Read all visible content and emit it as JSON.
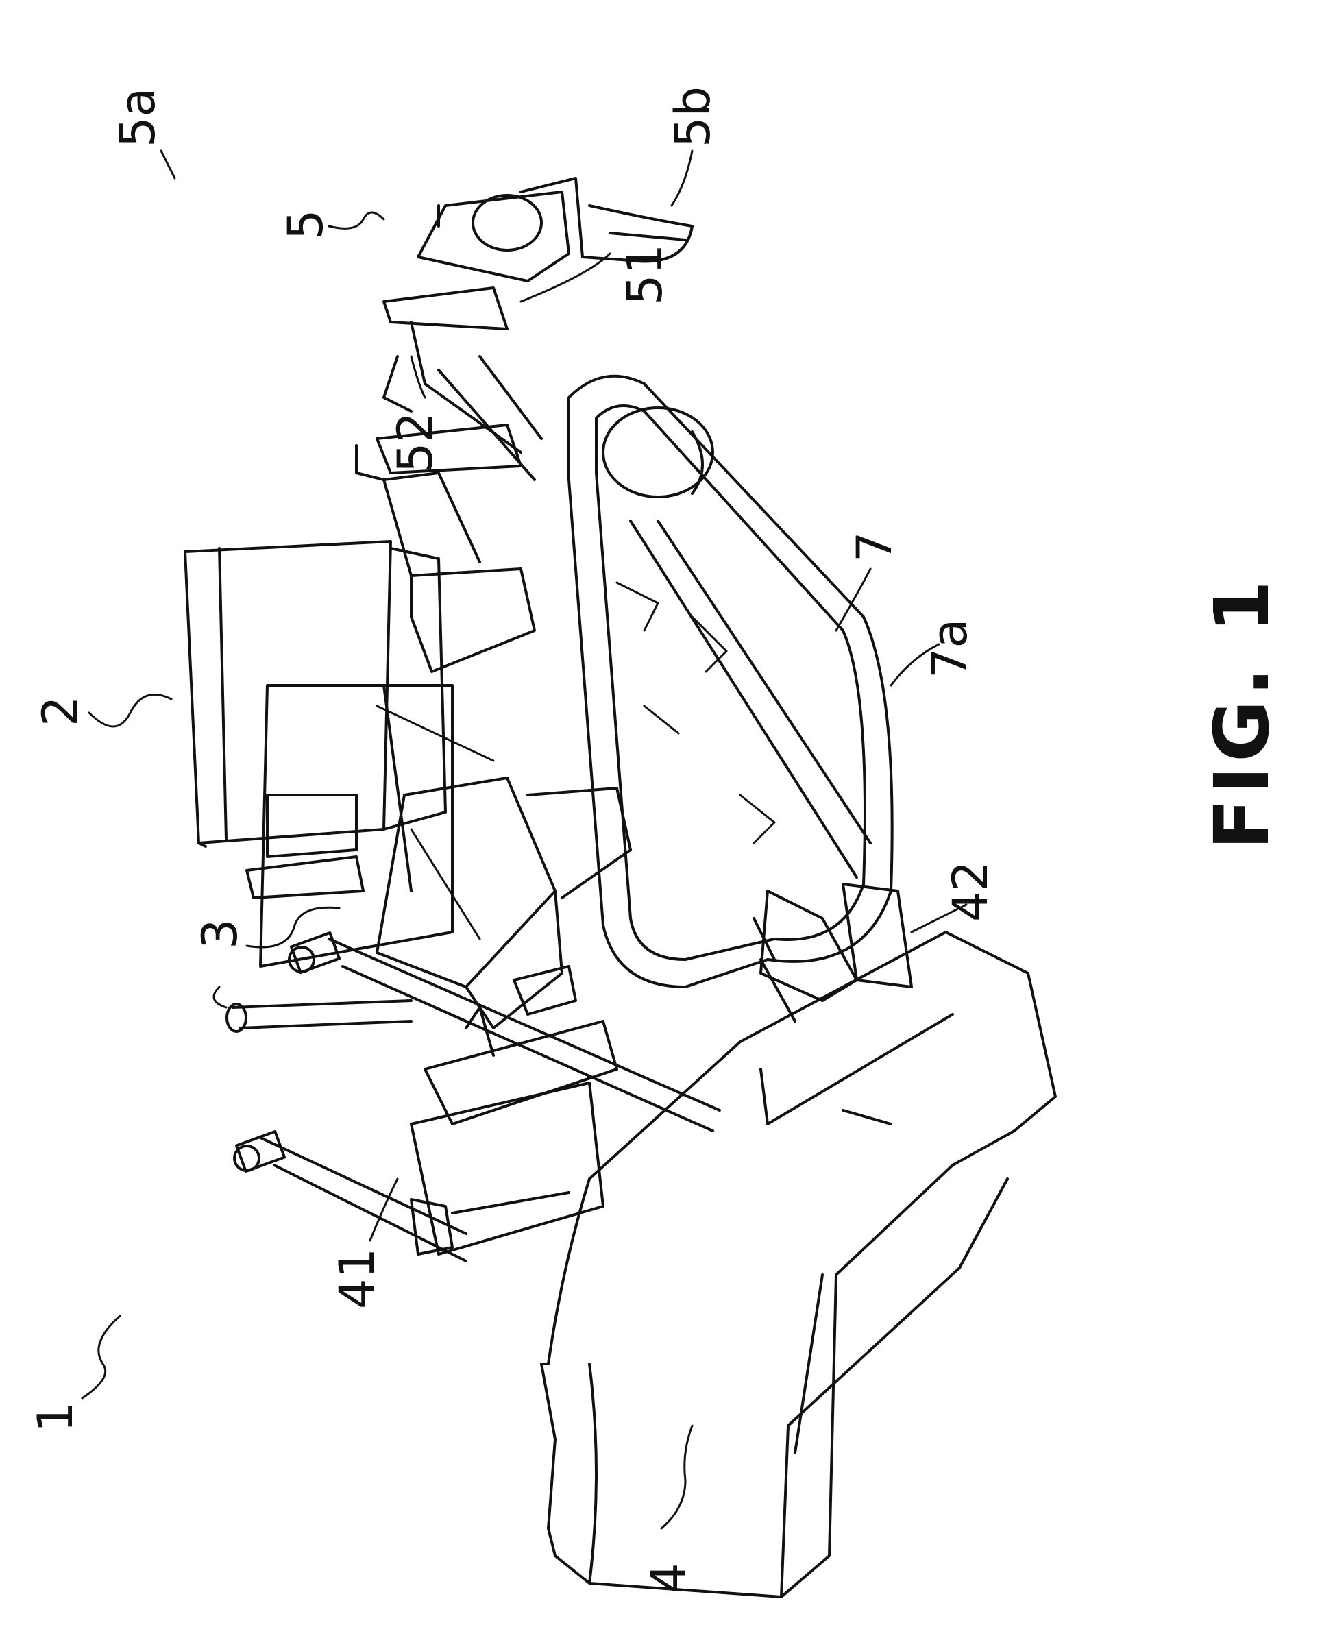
{
  "figure": {
    "caption": "FIG. 1",
    "labels": {
      "l1": "1",
      "l2": "2",
      "l3": "3",
      "l4": "4",
      "l5": "5",
      "l5a": "5a",
      "l5b": "5b",
      "l7": "7",
      "l7a": "7a",
      "l41": "41",
      "l42": "42",
      "l51": "51",
      "l52": "52"
    }
  }
}
